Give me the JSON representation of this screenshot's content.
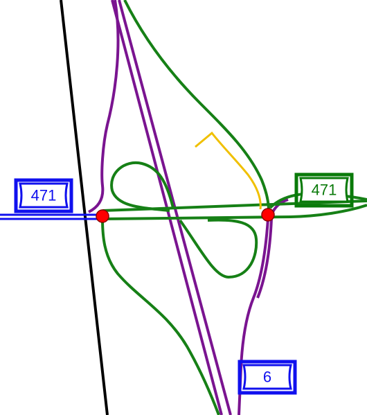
{
  "shields": {
    "left_471": {
      "label": "471",
      "frame_color": "#1010ee",
      "text_color": "#1010ee"
    },
    "right_471": {
      "label": "471",
      "frame_color": "#0a7a0a",
      "text_color": "#0a7a0a"
    },
    "bottom_6": {
      "label": "6",
      "frame_color": "#1010ee",
      "text_color": "#1010ee"
    }
  },
  "colors": {
    "green_ramp": "#168016",
    "purple_road": "#7a1490",
    "blue_road": "#1010ee",
    "yellow_ramp": "#f0c000",
    "boundary_line": "#000000",
    "junction_fill": "#ff0000",
    "junction_stroke": "#880000"
  }
}
